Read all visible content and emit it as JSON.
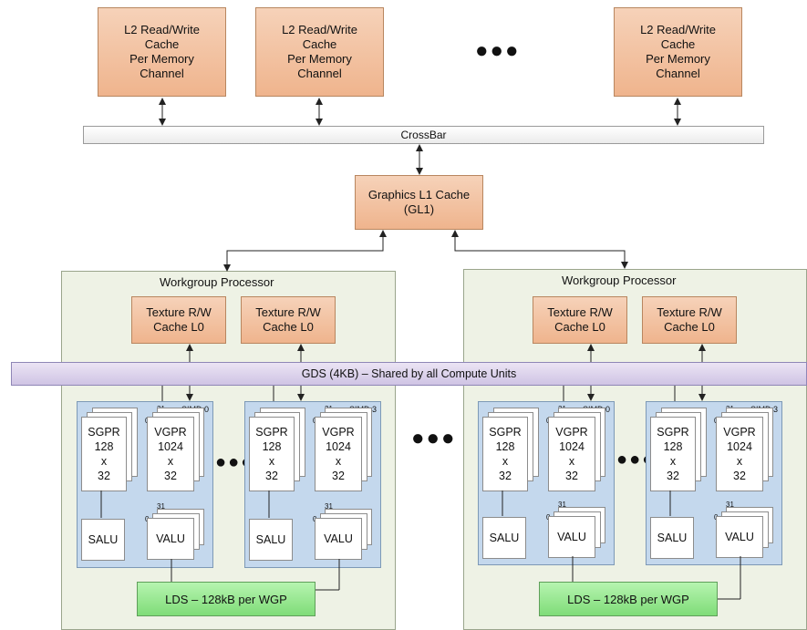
{
  "l2_cache_label": [
    "L2 Read/Write",
    "Cache",
    "Per Memory",
    "Channel"
  ],
  "ellipsis": "●●●",
  "crossbar_label": "CrossBar",
  "gl1_label": [
    "Graphics L1 Cache",
    "(GL1)"
  ],
  "wgp_title": "Workgroup Processor",
  "texture_cache_label": [
    "Texture R/W",
    "Cache L0"
  ],
  "gds_label": "GDS (4KB) – Shared by all Compute Units",
  "simd_labels": [
    "SIMD 0",
    "SIMD 3"
  ],
  "sgpr_label": [
    "SGPR",
    "128",
    "x",
    "32"
  ],
  "vgpr_label": [
    "VGPR",
    "1024",
    "x",
    "32"
  ],
  "bit_hi": "31",
  "bit_lo": "0",
  "salu_label": "SALU",
  "valu_label": "VALU",
  "lds_label": "LDS – 128kB per WGP",
  "colors": {
    "cache_fill": "#efb48d",
    "wgp_fill": "#eef2e5",
    "simd_fill": "#c4d8ed",
    "gds_fill": "#cfc4e4",
    "lds_fill": "#7fdc78"
  }
}
